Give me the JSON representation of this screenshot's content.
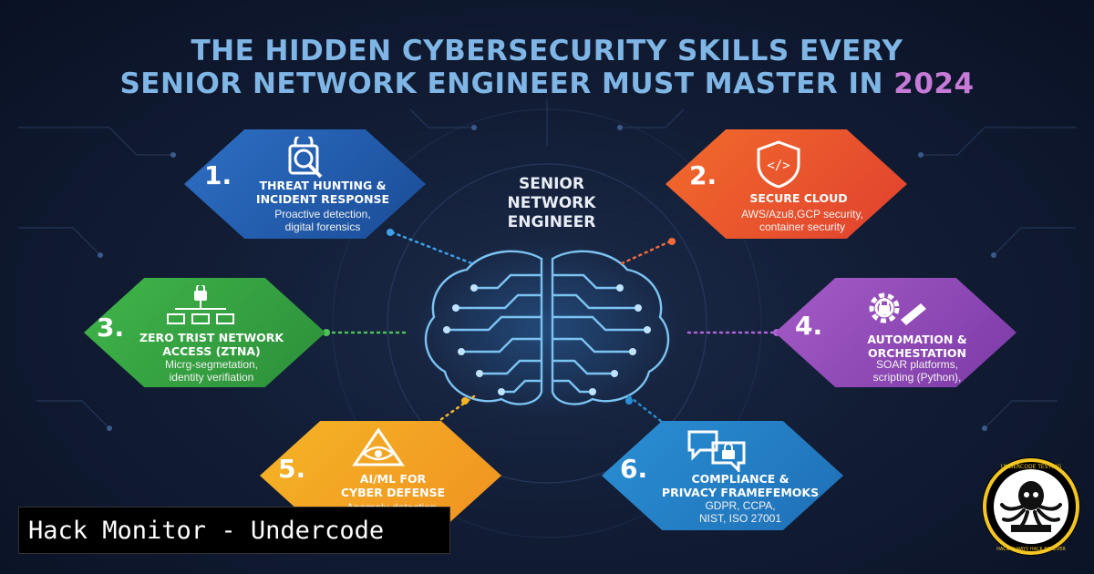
{
  "title": {
    "line1": "THE HIDDEN CYBERSECURITY SKILLS EVERY",
    "line2": "SENIOR NETWORK ENGINEER MUST MASTER IN",
    "year": "2024"
  },
  "center": {
    "line1": "SENIOR",
    "line2": "NETWORK",
    "line3": "ENGINEER"
  },
  "skills": [
    {
      "num": "1.",
      "name1": "THREAT HUNTING &",
      "name2": "INCIDENT RESPONSE",
      "desc1": "Proactive detection,",
      "desc2": "digital forensics",
      "icon": "magnifier-lock-icon"
    },
    {
      "num": "2.",
      "name1": "SECURE CLOUD",
      "name2": "",
      "desc1": "AWS/Azu8,GCP security,",
      "desc2": "container security",
      "icon": "shield-code-icon"
    },
    {
      "num": "3.",
      "name1": "ZERO TRIST NETWORK",
      "name2": "ACCESS (ZTNA)",
      "desc1": "Micrg-segmetation,",
      "desc2": "identity verifiation",
      "icon": "network-lock-icon"
    },
    {
      "num": "4.",
      "name1": "AUTOMATION &",
      "name2": "ORCHESTATION",
      "desc1": "SOAR platforms,",
      "desc2": "scripting (Python),",
      "icon": "gear-lock-icon"
    },
    {
      "num": "5.",
      "name1": "AI/ML FOR",
      "name2": "CYBER DEFENSE",
      "desc1": "Anamaly detection,",
      "desc2": "",
      "icon": "eye-triangle-icon"
    },
    {
      "num": "6.",
      "name1": "COMPLIANCE &",
      "name2": "PRIVACY FRAMEFEMOKS",
      "desc1": "GDPR, CCPA,",
      "desc2": "NIST, ISO 27001",
      "icon": "chat-lock-icon"
    }
  ],
  "brand": {
    "label": "Hack Monitor - Undercode"
  },
  "logo": {
    "icon": "octopus-logo-icon",
    "top_text": "UNDERCODE TESTING",
    "bottom_text": "HACK ALWAYS HACK FOREVER"
  },
  "colors": {
    "skill1": "#2e6fc4",
    "skill2": "#f26a2b",
    "skill3": "#3fb549",
    "skill4": "#a55bc7",
    "skill5": "#f5b426",
    "skill6": "#2a8fd4",
    "brain": "#5aa9e6"
  }
}
